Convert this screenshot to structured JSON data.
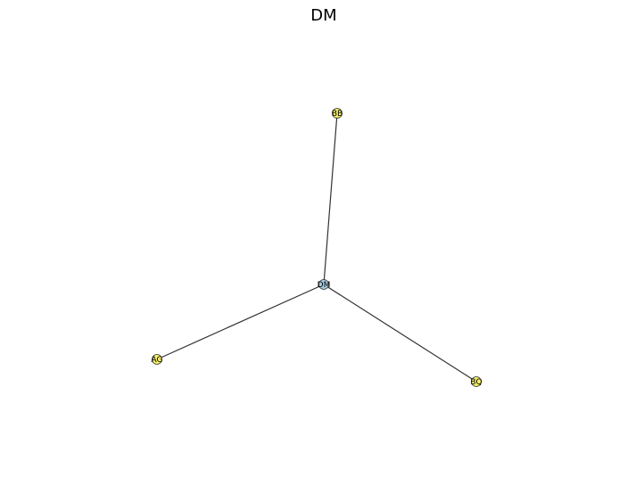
{
  "title": "DM",
  "graph": {
    "center": "DM",
    "nodes": [
      {
        "id": "DM",
        "label": "DM",
        "color": "#a8cce0"
      },
      {
        "id": "BB",
        "label": "BB",
        "color": "#f4f06a"
      },
      {
        "id": "AG",
        "label": "AG",
        "color": "#f4f06a"
      },
      {
        "id": "BQ",
        "label": "BQ",
        "color": "#f4f06a"
      }
    ],
    "edges": [
      {
        "source": "DM",
        "target": "BB"
      },
      {
        "source": "DM",
        "target": "AG"
      },
      {
        "source": "DM",
        "target": "BQ"
      }
    ],
    "edge_color": "#333333",
    "node_stroke": "#333333"
  }
}
